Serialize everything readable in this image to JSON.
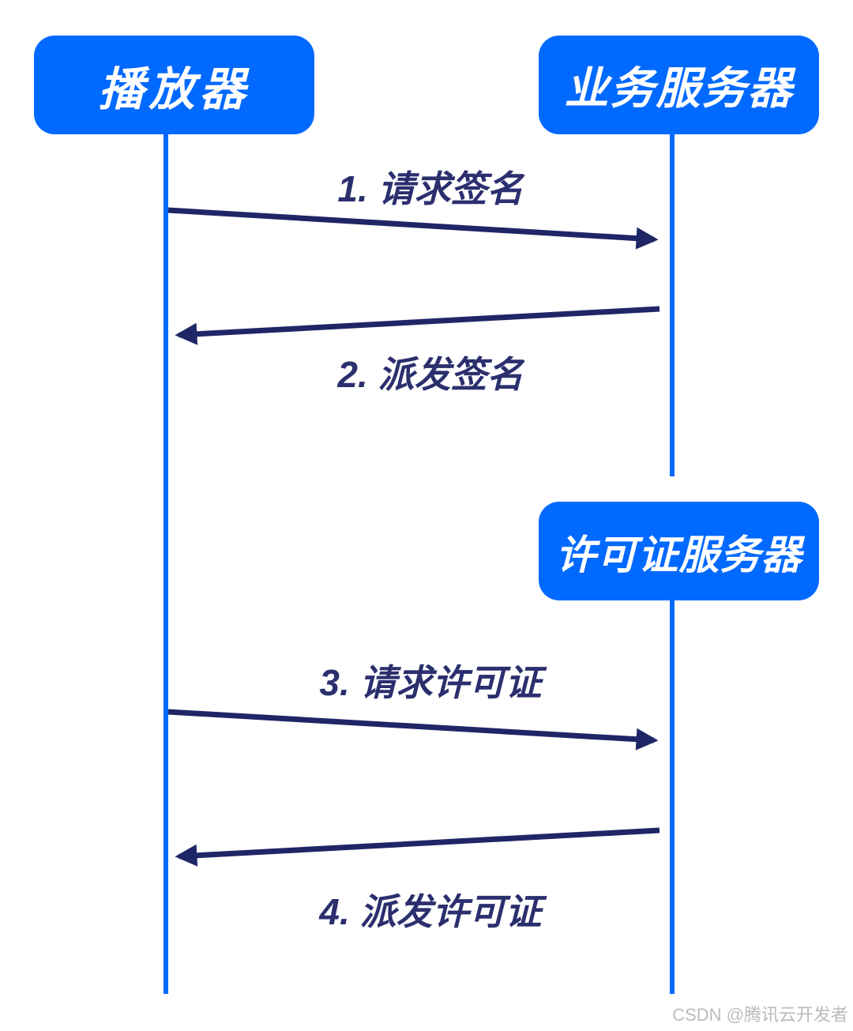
{
  "diagram": {
    "title_implicit": "",
    "actors": [
      {
        "id": "player",
        "label": "播放器"
      },
      {
        "id": "business-server",
        "label": "业务服务器"
      },
      {
        "id": "license-server",
        "label": "许可证服务器"
      }
    ],
    "messages": [
      {
        "seq": 1,
        "label": "1. 请求签名",
        "from": "player",
        "to": "business-server",
        "direction": "right"
      },
      {
        "seq": 2,
        "label": "2. 派发签名",
        "from": "business-server",
        "to": "player",
        "direction": "left"
      },
      {
        "seq": 3,
        "label": "3. 请求许可证",
        "from": "player",
        "to": "license-server",
        "direction": "right"
      },
      {
        "seq": 4,
        "label": "4. 派发许可证",
        "from": "license-server",
        "to": "player",
        "direction": "left"
      }
    ],
    "colors": {
      "actor_bg": "#0069FF",
      "actor_text": "#FFFFFF",
      "lifeline": "#0069FF",
      "arrow": "#1F2666",
      "message_text": "#2B2F6E",
      "watermark": "#BBBBBB"
    }
  },
  "watermark": {
    "text": "CSDN @腾讯云开发者"
  }
}
